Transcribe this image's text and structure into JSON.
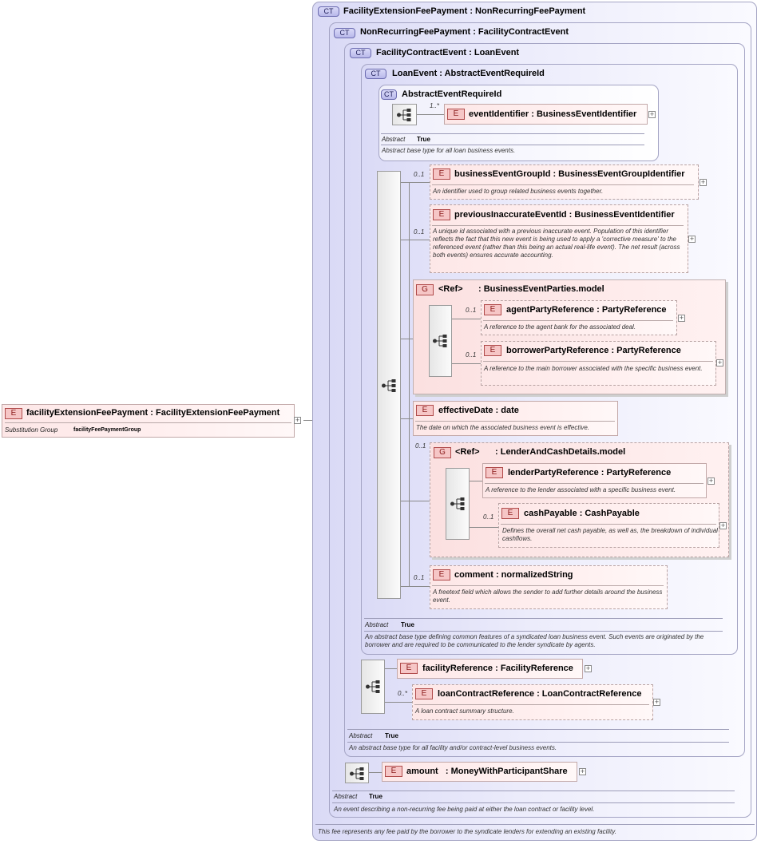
{
  "root": {
    "badge": "E",
    "title": "facilityExtensionFeePayment : FacilityExtensionFeePayment",
    "prop_label": "Substitution Group",
    "prop_value": "facilityFeePaymentGroup"
  },
  "ct_facility_ext": {
    "badge": "CT",
    "title": "FacilityExtensionFeePayment : NonRecurringFeePayment",
    "doc": "This fee represents any fee paid by the borrower to the syndicate lenders for extending an existing facility."
  },
  "ct_nonrecurring": {
    "badge": "CT",
    "title": "NonRecurringFeePayment : FacilityContractEvent",
    "abstract_label": "Abstract",
    "abstract_value": "True",
    "doc": "An event describing a non-recurring fee being paid at either the loan contract or facility level."
  },
  "ct_facility_contract": {
    "badge": "CT",
    "title": "FacilityContractEvent : LoanEvent",
    "abstract_label": "Abstract",
    "abstract_value": "True",
    "doc": "An abstract base type for all facility and/or contract-level business events."
  },
  "ct_loan_event": {
    "badge": "CT",
    "title": "LoanEvent : AbstractEventRequireId",
    "abstract_label": "Abstract",
    "abstract_value": "True",
    "doc": "An abstract base type defining common features of a syndicated loan business event. Such events are originated by the borrower and are required to be communicated to the lender syndicate by agents."
  },
  "ct_abstract_event": {
    "badge": "CT",
    "title": "AbstractEventRequireId",
    "abstract_label": "Abstract",
    "abstract_value": "True",
    "doc": "Abstract base type for all loan business events."
  },
  "elements": {
    "event_identifier": {
      "badge": "E",
      "title": "eventIdentifier : BusinessEventIdentifier",
      "card": "1..*"
    },
    "business_event_group_id": {
      "badge": "E",
      "title": "businessEventGroupId : BusinessEventGroupIdentifier",
      "card": "0..1",
      "doc": "An identifier used to group related business events together."
    },
    "previous_inaccurate_event_id": {
      "badge": "E",
      "title": "previousInaccurateEventId : BusinessEventIdentifier",
      "card": "0..1",
      "doc": "A unique id associated with a previous inaccurate event. Population of this identifier reflects the fact that this new event is being used to apply a 'corrective measure' to the referenced event (rather than this being an actual real-life event). The net result (across both events) ensures accurate accounting."
    },
    "agent_party_reference": {
      "badge": "E",
      "title": "agentPartyReference : PartyReference",
      "card": "0..1",
      "doc": "A reference to the agent bank for the associated deal."
    },
    "borrower_party_reference": {
      "badge": "E",
      "title": "borrowerPartyReference : PartyReference",
      "card": "0..1",
      "doc": "A reference to the main borrower associated with the specific business event."
    },
    "effective_date": {
      "badge": "E",
      "title": "effectiveDate : date",
      "doc": "The date on which the associated business event is effective."
    },
    "lender_party_reference": {
      "badge": "E",
      "title": "lenderPartyReference : PartyReference",
      "doc": "A reference to the lender associated with a specific business event."
    },
    "cash_payable": {
      "badge": "E",
      "title": "cashPayable : CashPayable",
      "card": "0..1",
      "doc": "Defines the overall net cash payable, as well as, the breakdown of individual cashflows."
    },
    "comment": {
      "badge": "E",
      "title": "comment : normalizedString",
      "card": "0..1",
      "doc": "A freetext field which allows the sender to add further details around the business event."
    },
    "facility_reference": {
      "badge": "E",
      "title": "facilityReference : FacilityReference"
    },
    "loan_contract_reference": {
      "badge": "E",
      "title": "loanContractReference : LoanContractReference",
      "card": "0..*",
      "doc": "A loan contract summary structure."
    },
    "amount": {
      "badge": "E",
      "title": "amount   : MoneyWithParticipantShare"
    }
  },
  "groups": {
    "business_event_parties": {
      "badge": "G",
      "ref": "<Ref>",
      "title": ": BusinessEventParties.model"
    },
    "lender_and_cash": {
      "badge": "G",
      "ref": "<Ref>",
      "title": ": LenderAndCashDetails.model",
      "card": "0..1"
    }
  },
  "icons": {
    "expand": "plus-icon",
    "sequence": "sequence-icon"
  },
  "colors": {
    "complex_type_fill": "#dadaf6",
    "element_fill": "#fde7e7",
    "element_badge": "#f6c6c6"
  }
}
